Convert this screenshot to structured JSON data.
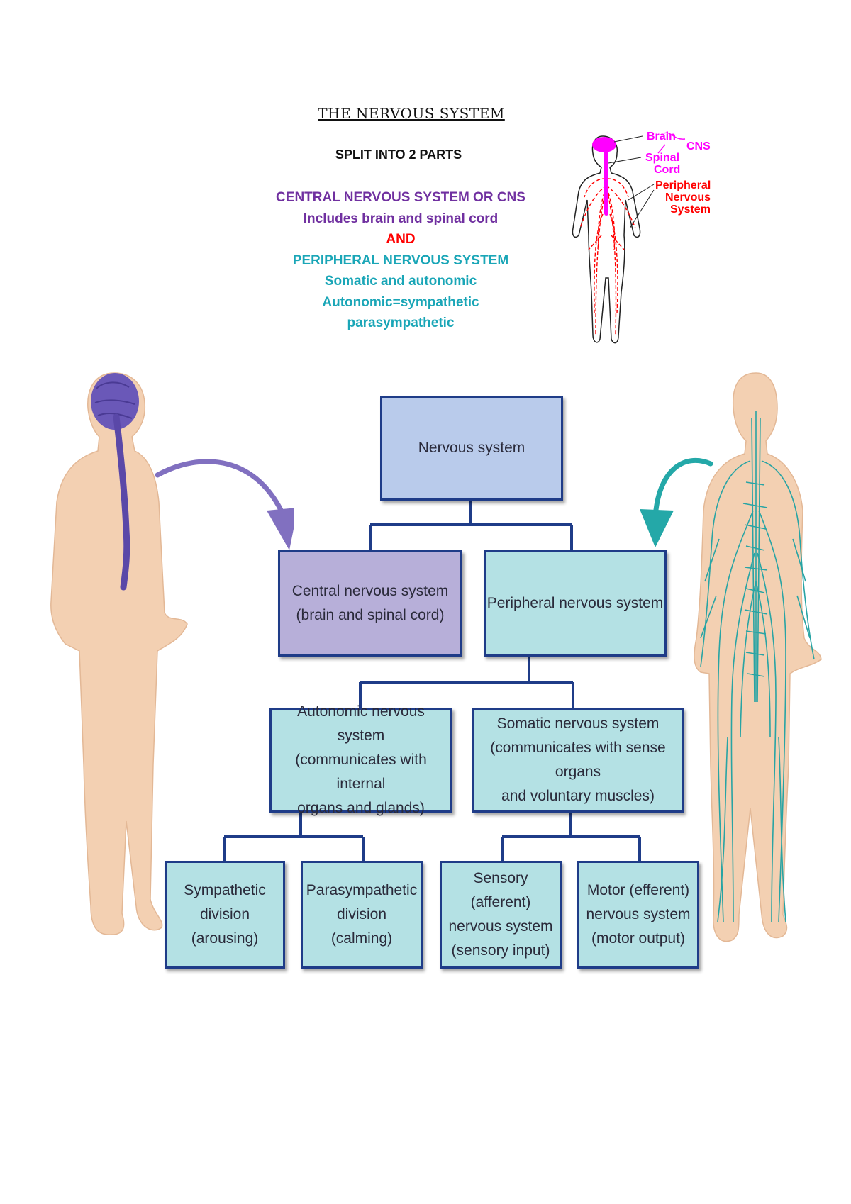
{
  "heading": {
    "title": "THE NERVOUS SYSTEM",
    "subtitle": "SPLIT INTO 2 PARTS"
  },
  "notes": {
    "cns_title": "CENTRAL NERVOUS SYSTEM OR CNS",
    "cns_desc": "Includes brain and spinal cord",
    "and": "AND",
    "pns_title": "PERIPHERAL NERVOUS SYSTEM",
    "pns_line1": "Somatic and autonomic",
    "pns_line2": "Autonomic=sympathetic",
    "pns_line3": "parasympathetic"
  },
  "small_figure": {
    "brain": "Brain",
    "cns": "CNS",
    "spinal": "Spinal",
    "cord": "Cord",
    "peripheral": "Peripheral",
    "nervous": "Nervous",
    "system": "System"
  },
  "flowchart": {
    "root": {
      "line1": "Nervous system"
    },
    "cns": {
      "line1": "Central nervous system",
      "line2": "(brain and spinal cord)"
    },
    "pns": {
      "line1": "Peripheral nervous system"
    },
    "autonomic": {
      "line1": "Autonomic nervous system",
      "line2": "(communicates with internal",
      "line3": "organs and glands)"
    },
    "somatic": {
      "line1": "Somatic nervous system",
      "line2": "(communicates with sense organs",
      "line3": "and voluntary muscles)"
    },
    "sympathetic": {
      "line1": "Sympathetic",
      "line2": "division",
      "line3": "(arousing)"
    },
    "parasympathetic": {
      "line1": "Parasympathetic",
      "line2": "division",
      "line3": "(calming)"
    },
    "sensory": {
      "line1": "Sensory (afferent)",
      "line2": "nervous system",
      "line3": "(sensory input)"
    },
    "motor": {
      "line1": "Motor (efferent)",
      "line2": "nervous system",
      "line3": "(motor output)"
    }
  },
  "colors": {
    "cns": "#7030a0",
    "and": "#ff0000",
    "pns": "#1aa6b7",
    "box_border": "#1f3c88",
    "connector": "#1f3c88",
    "cns_arrow": "#8170c0",
    "pns_arrow": "#24a8a8",
    "skin": "#f3d0b2",
    "small_figure_magenta": "#ff00ff",
    "small_figure_red": "#ff0000"
  }
}
